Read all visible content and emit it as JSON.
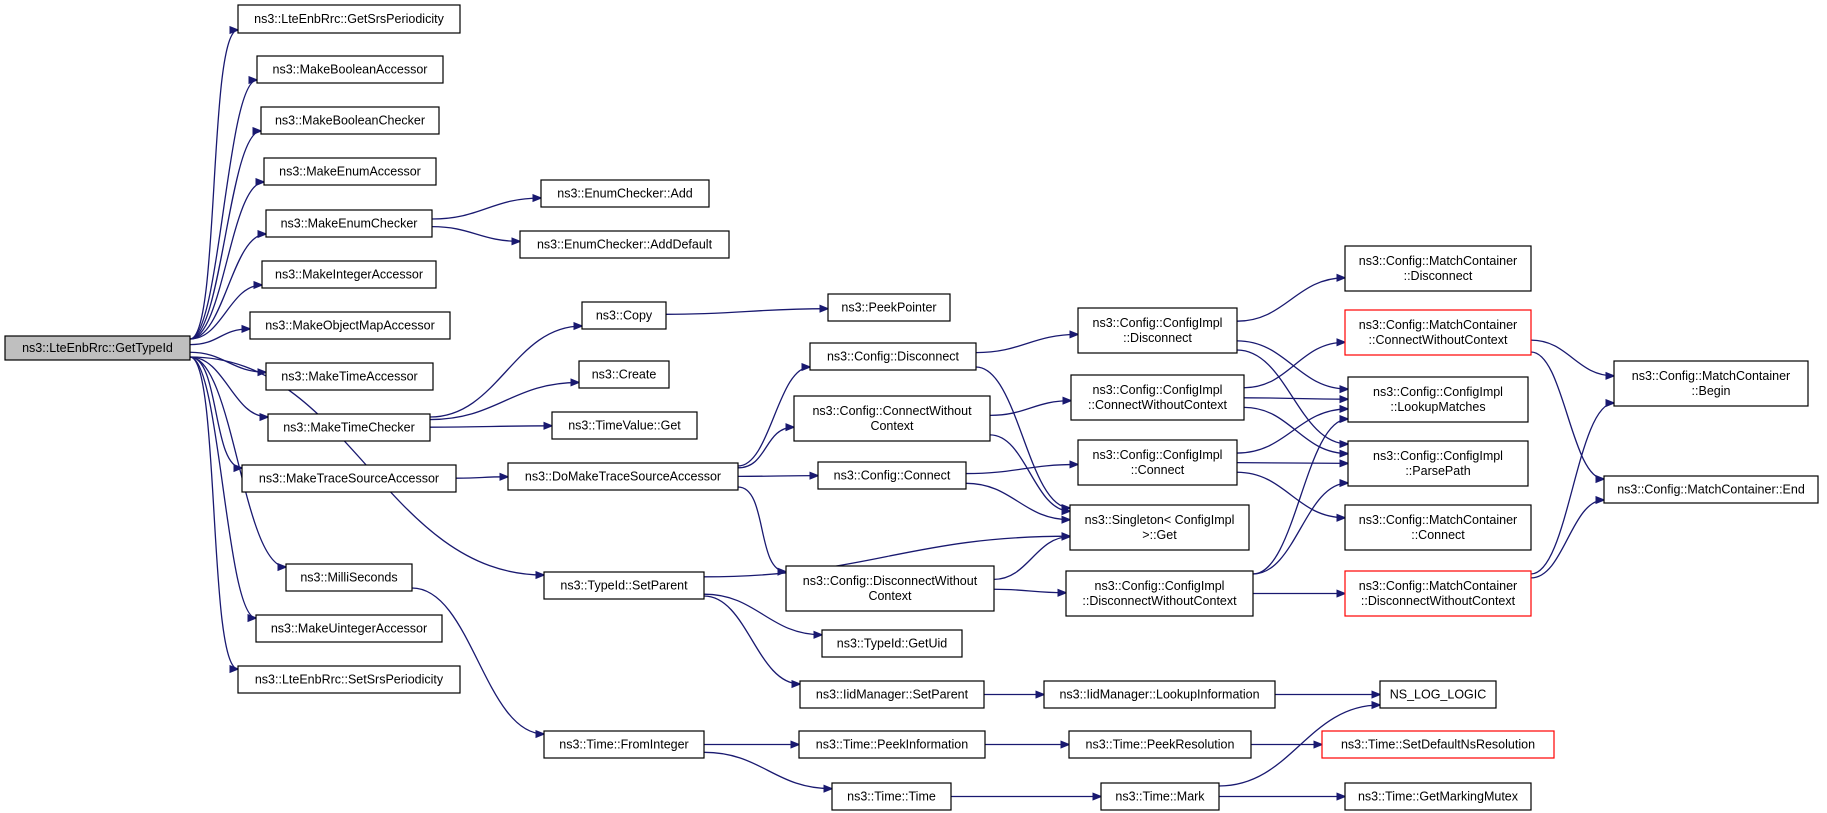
{
  "colors": {
    "edge": "#191970",
    "root_fill": "#bfbfbf",
    "red_border": "#ff0000",
    "border": "#000000"
  },
  "nodes": [
    {
      "id": "root",
      "label": [
        "ns3::LteEnbRrc::GetTypeId"
      ],
      "style": "root"
    },
    {
      "id": "getsrs",
      "label": [
        "ns3::LteEnbRrc::GetSrsPeriodicity"
      ]
    },
    {
      "id": "mkboolacc",
      "label": [
        "ns3::MakeBooleanAccessor"
      ]
    },
    {
      "id": "mkboolchk",
      "label": [
        "ns3::MakeBooleanChecker"
      ]
    },
    {
      "id": "mkenumacc",
      "label": [
        "ns3::MakeEnumAccessor"
      ]
    },
    {
      "id": "mkenumchk",
      "label": [
        "ns3::MakeEnumChecker"
      ]
    },
    {
      "id": "mkintacc",
      "label": [
        "ns3::MakeIntegerAccessor"
      ]
    },
    {
      "id": "mkobjmap",
      "label": [
        "ns3::MakeObjectMapAccessor"
      ]
    },
    {
      "id": "mktimeacc",
      "label": [
        "ns3::MakeTimeAccessor"
      ]
    },
    {
      "id": "mktimechk",
      "label": [
        "ns3::MakeTimeChecker"
      ]
    },
    {
      "id": "mktrace",
      "label": [
        "ns3::MakeTraceSourceAccessor"
      ]
    },
    {
      "id": "millis",
      "label": [
        "ns3::MilliSeconds"
      ]
    },
    {
      "id": "mkuint",
      "label": [
        "ns3::MakeUintegerAccessor"
      ]
    },
    {
      "id": "setsrs",
      "label": [
        "ns3::LteEnbRrc::SetSrsPeriodicity"
      ]
    },
    {
      "id": "enumadd",
      "label": [
        "ns3::EnumChecker::Add"
      ]
    },
    {
      "id": "enumadddef",
      "label": [
        "ns3::EnumChecker::AddDefault"
      ]
    },
    {
      "id": "copy",
      "label": [
        "ns3::Copy"
      ]
    },
    {
      "id": "create",
      "label": [
        "ns3::Create"
      ]
    },
    {
      "id": "tvget",
      "label": [
        "ns3::TimeValue::Get"
      ]
    },
    {
      "id": "peekptr",
      "label": [
        "ns3::PeekPointer"
      ]
    },
    {
      "id": "domktrace",
      "label": [
        "ns3::DoMakeTraceSourceAccessor"
      ]
    },
    {
      "id": "setparent",
      "label": [
        "ns3::TypeId::SetParent"
      ]
    },
    {
      "id": "frominteger",
      "label": [
        "ns3::Time::FromInteger"
      ]
    },
    {
      "id": "cfgdisc",
      "label": [
        "ns3::Config::Disconnect"
      ]
    },
    {
      "id": "cfgconnwo",
      "label": [
        "ns3::Config::ConnectWithout",
        "Context"
      ]
    },
    {
      "id": "cfgconn",
      "label": [
        "ns3::Config::Connect"
      ]
    },
    {
      "id": "cfgdiscwo",
      "label": [
        "ns3::Config::DisconnectWithout",
        "Context"
      ]
    },
    {
      "id": "getuid",
      "label": [
        "ns3::TypeId::GetUid"
      ]
    },
    {
      "id": "iidsetparent",
      "label": [
        "ns3::IidManager::SetParent"
      ]
    },
    {
      "id": "peekinfo",
      "label": [
        "ns3::Time::PeekInformation"
      ]
    },
    {
      "id": "timetime",
      "label": [
        "ns3::Time::Time"
      ]
    },
    {
      "id": "implDisc",
      "label": [
        "ns3::Config::ConfigImpl",
        "::Disconnect"
      ]
    },
    {
      "id": "implConnWo",
      "label": [
        "ns3::Config::ConfigImpl",
        "::ConnectWithoutContext"
      ]
    },
    {
      "id": "implConn",
      "label": [
        "ns3::Config::ConfigImpl",
        "::Connect"
      ]
    },
    {
      "id": "singleton",
      "label": [
        "ns3::Singleton< ConfigImpl",
        ">::Get"
      ]
    },
    {
      "id": "implDiscWo",
      "label": [
        "ns3::Config::ConfigImpl",
        "::DisconnectWithoutContext"
      ]
    },
    {
      "id": "lookupinfo",
      "label": [
        "ns3::IidManager::LookupInformation"
      ]
    },
    {
      "id": "peekres",
      "label": [
        "ns3::Time::PeekResolution"
      ]
    },
    {
      "id": "mark",
      "label": [
        "ns3::Time::Mark"
      ]
    },
    {
      "id": "mcDisc",
      "label": [
        "ns3::Config::MatchContainer",
        "::Disconnect"
      ]
    },
    {
      "id": "mcConnWo",
      "label": [
        "ns3::Config::MatchContainer",
        "::ConnectWithoutContext"
      ],
      "style": "red"
    },
    {
      "id": "lookupmatches",
      "label": [
        "ns3::Config::ConfigImpl",
        "::LookupMatches"
      ]
    },
    {
      "id": "parsepath",
      "label": [
        "ns3::Config::ConfigImpl",
        "::ParsePath"
      ]
    },
    {
      "id": "mcConn",
      "label": [
        "ns3::Config::MatchContainer",
        "::Connect"
      ]
    },
    {
      "id": "mcDiscWo",
      "label": [
        "ns3::Config::MatchContainer",
        "::DisconnectWithoutContext"
      ],
      "style": "red"
    },
    {
      "id": "nslog",
      "label": [
        "NS_LOG_LOGIC"
      ]
    },
    {
      "id": "setdefres",
      "label": [
        "ns3::Time::SetDefaultNsResolution"
      ],
      "style": "red"
    },
    {
      "id": "getmutex",
      "label": [
        "ns3::Time::GetMarkingMutex"
      ]
    },
    {
      "id": "mcBegin",
      "label": [
        "ns3::Config::MatchContainer",
        "::Begin"
      ]
    },
    {
      "id": "mcEnd",
      "label": [
        "ns3::Config::MatchContainer::End"
      ]
    }
  ],
  "edges": [
    [
      "root",
      "getsrs"
    ],
    [
      "root",
      "mkboolacc"
    ],
    [
      "root",
      "mkboolchk"
    ],
    [
      "root",
      "mkenumacc"
    ],
    [
      "root",
      "mkenumchk"
    ],
    [
      "root",
      "mkintacc"
    ],
    [
      "root",
      "mkobjmap"
    ],
    [
      "root",
      "mktimeacc"
    ],
    [
      "root",
      "mktimechk"
    ],
    [
      "root",
      "mktrace"
    ],
    [
      "root",
      "setparent"
    ],
    [
      "root",
      "millis"
    ],
    [
      "root",
      "mkuint"
    ],
    [
      "root",
      "setsrs"
    ],
    [
      "mkenumchk",
      "enumadd"
    ],
    [
      "mkenumchk",
      "enumadddef"
    ],
    [
      "mktimechk",
      "copy"
    ],
    [
      "mktimechk",
      "create"
    ],
    [
      "mktimechk",
      "tvget"
    ],
    [
      "copy",
      "peekptr"
    ],
    [
      "mktrace",
      "domktrace"
    ],
    [
      "domktrace",
      "cfgdisc"
    ],
    [
      "domktrace",
      "cfgconnwo"
    ],
    [
      "domktrace",
      "cfgconn"
    ],
    [
      "domktrace",
      "cfgdiscwo"
    ],
    [
      "millis",
      "frominteger"
    ],
    [
      "setparent",
      "singleton"
    ],
    [
      "setparent",
      "getuid"
    ],
    [
      "setparent",
      "iidsetparent"
    ],
    [
      "cfgdisc",
      "implDisc"
    ],
    [
      "cfgdisc",
      "singleton"
    ],
    [
      "cfgconnwo",
      "implConnWo"
    ],
    [
      "cfgconnwo",
      "singleton"
    ],
    [
      "cfgconn",
      "implConn"
    ],
    [
      "cfgconn",
      "singleton"
    ],
    [
      "cfgdiscwo",
      "implDiscWo"
    ],
    [
      "cfgdiscwo",
      "singleton"
    ],
    [
      "implDisc",
      "mcDisc"
    ],
    [
      "implDisc",
      "lookupmatches"
    ],
    [
      "implDisc",
      "parsepath"
    ],
    [
      "implConnWo",
      "mcConnWo"
    ],
    [
      "implConnWo",
      "lookupmatches"
    ],
    [
      "implConnWo",
      "parsepath"
    ],
    [
      "implConn",
      "lookupmatches"
    ],
    [
      "implConn",
      "parsepath"
    ],
    [
      "implConn",
      "mcConn"
    ],
    [
      "implDiscWo",
      "lookupmatches"
    ],
    [
      "implDiscWo",
      "parsepath"
    ],
    [
      "implDiscWo",
      "mcDiscWo"
    ],
    [
      "mcConnWo",
      "mcBegin"
    ],
    [
      "mcConnWo",
      "mcEnd"
    ],
    [
      "mcDiscWo",
      "mcBegin"
    ],
    [
      "mcDiscWo",
      "mcEnd"
    ],
    [
      "iidsetparent",
      "lookupinfo"
    ],
    [
      "lookupinfo",
      "nslog"
    ],
    [
      "frominteger",
      "peekinfo"
    ],
    [
      "frominteger",
      "timetime"
    ],
    [
      "peekinfo",
      "peekres"
    ],
    [
      "peekres",
      "setdefres"
    ],
    [
      "timetime",
      "mark"
    ],
    [
      "mark",
      "nslog"
    ],
    [
      "mark",
      "getmutex"
    ]
  ]
}
